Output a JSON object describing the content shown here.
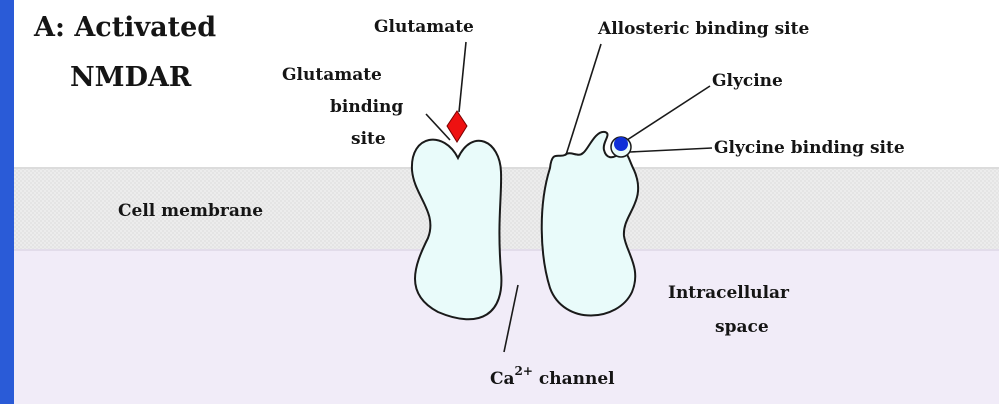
{
  "diagram": {
    "title_line1": "A: Activated",
    "title_line2": "NMDAR",
    "labels": {
      "glutamate": "Glutamate",
      "glutamate_binding_site_line1": "Glutamate",
      "glutamate_binding_site_line2": "binding",
      "glutamate_binding_site_line3": "site",
      "allosteric_binding_site": "Allosteric binding site",
      "glycine": "Glycine",
      "glycine_binding_site": "Glycine binding site",
      "cell_membrane": "Cell membrane",
      "intracellular_line1": "Intracellular",
      "intracellular_line2": "space",
      "channel_prefix": "Ca",
      "channel_superscript": "2+",
      "channel_suffix": " channel"
    },
    "colors": {
      "border": "#2a5bd7",
      "extracellular": "#ffffff",
      "membrane": "#ececec",
      "intracellular": "#f1ecf8",
      "subunit_fill": "#e9fbfa",
      "glutamate": "#ee1111",
      "glycine": "#1030d8",
      "outline": "#1a1a1a"
    }
  }
}
